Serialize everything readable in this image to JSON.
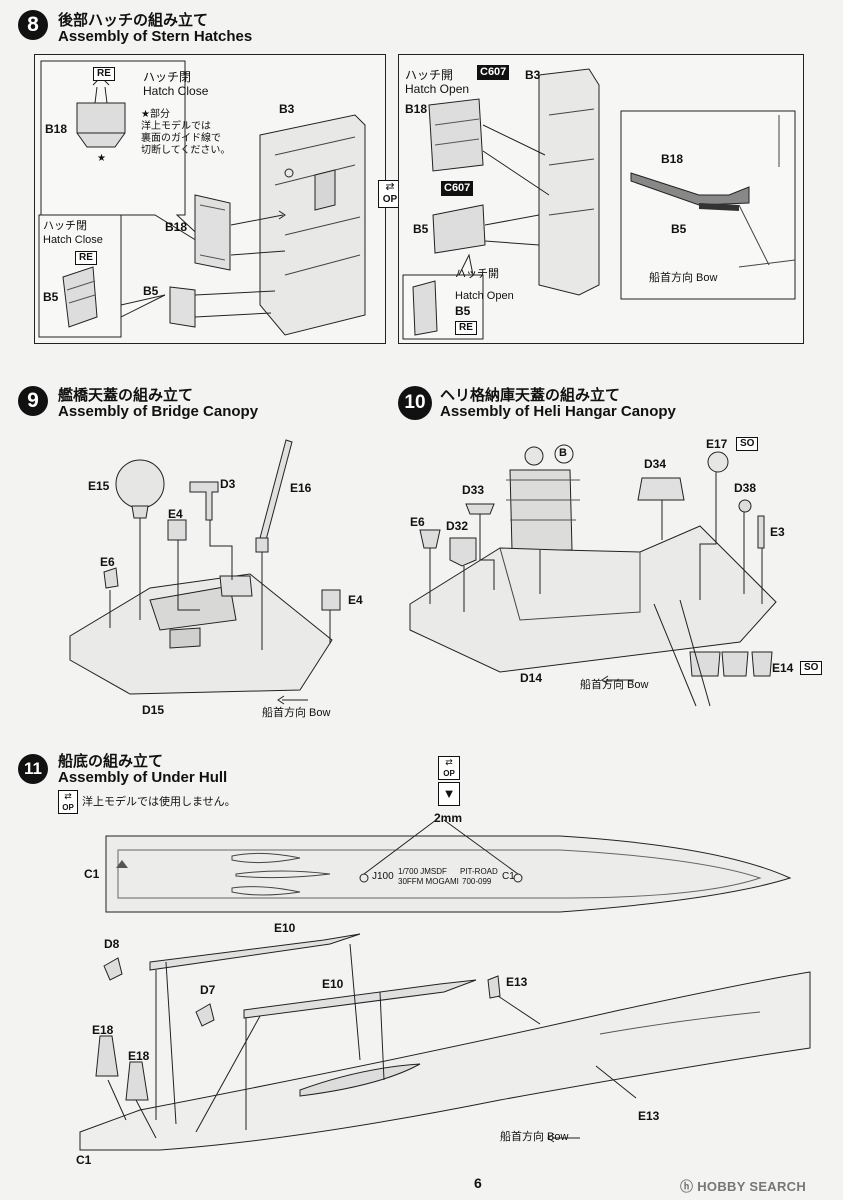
{
  "page_number": "6",
  "watermark": "HOBBY SEARCH",
  "step8": {
    "num": "8",
    "title_jp": "後部ハッチの組み立て",
    "title_en": "Assembly of Stern Hatches",
    "left_panel": {
      "hatch_close_jp": "ハッチ閉",
      "hatch_close_en": "Hatch Close",
      "re_tag": "RE",
      "star": "★",
      "note_star": "★部分",
      "note_lines": [
        "洋上モデルでは",
        "裏面のガイド線で",
        "切断してください。"
      ],
      "labels": [
        "B18",
        "B3",
        "B18",
        "B5",
        "B5"
      ],
      "inset_hatch_close_jp": "ハッチ閉",
      "inset_hatch_close_en": "Hatch Close",
      "inset_re": "RE"
    },
    "op_icon": "OP",
    "right_panel": {
      "hatch_open_jp": "ハッチ開",
      "hatch_open_en": "Hatch Open",
      "c607_a": "C607",
      "c607_b": "C607",
      "labels": [
        "B3",
        "B18",
        "B5"
      ],
      "inset_hatch_open_jp": "ハッチ開",
      "inset_hatch_open_en": "Hatch Open",
      "inset_b5": "B5",
      "inset_re": "RE",
      "detail": {
        "b18": "B18",
        "b5": "B5",
        "bow": "船首方向 Bow"
      }
    }
  },
  "step9": {
    "num": "9",
    "title_jp": "艦橋天蓋の組み立て",
    "title_en": "Assembly of Bridge Canopy",
    "labels": {
      "e15": "E15",
      "d3": "D3",
      "e16": "E16",
      "e4a": "E4",
      "e6": "E6",
      "e4b": "E4",
      "d15": "D15"
    },
    "bow": "船首方向 Bow"
  },
  "step10": {
    "num": "10",
    "title_jp": "ヘリ格納庫天蓋の組み立て",
    "title_en": "Assembly of Heli Hangar Canopy",
    "labels": {
      "b": "B",
      "d34": "D34",
      "e17": "E17",
      "so1": "SO",
      "d33": "D33",
      "d38": "D38",
      "e6": "E6",
      "d32": "D32",
      "e3": "E3",
      "e14": "E14",
      "so2": "SO",
      "d14": "D14"
    },
    "bow": "船首方向 Bow"
  },
  "step11": {
    "num": "11",
    "title_jp": "船底の組み立て",
    "title_en": "Assembly of Under Hull",
    "note_jp": "洋上モデルでは使用しません。",
    "op_icon": "OP",
    "drill": "2mm",
    "hull_text": [
      "1/700 JMSDF",
      "30FFM MOGAMI",
      "PIT-ROAD",
      "700-099",
      "J100",
      "C1"
    ],
    "labels": {
      "c1a": "C1",
      "e10a": "E10",
      "d8": "D8",
      "e10b": "E10",
      "d7": "D7",
      "e13a": "E13",
      "e18a": "E18",
      "e18b": "E18",
      "e13b": "E13",
      "c1b": "C1"
    },
    "bow": "船首方向 Bow"
  }
}
